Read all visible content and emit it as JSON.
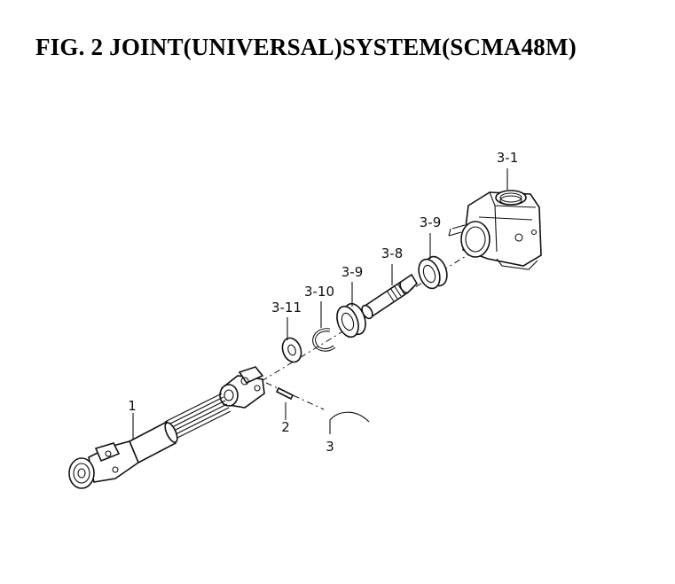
{
  "title": "FIG. 2  JOINT(UNIVERSAL)SYSTEM(SCMA48M)",
  "labels": {
    "p3_1": "3-1",
    "p3_9_right": "3-9",
    "p3_8": "3-8",
    "p3_9_left": "3-9",
    "p3_10": "3-10",
    "p3_11": "3-11",
    "p1": "1",
    "p2": "2",
    "p3": "3"
  }
}
